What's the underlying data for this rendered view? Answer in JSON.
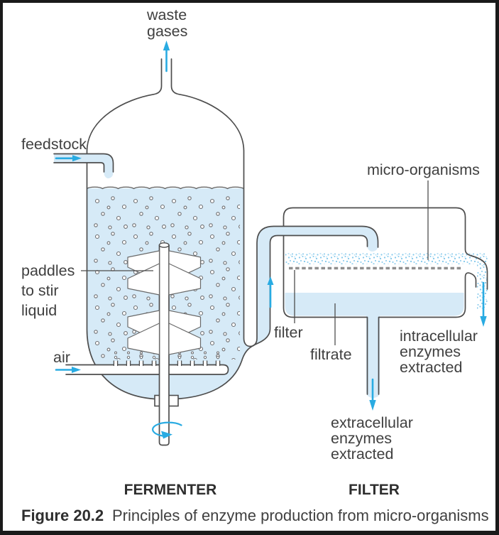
{
  "figure": {
    "id": "Figure 20.2",
    "caption": "Principles of enzyme production from micro-organisms"
  },
  "sections": {
    "fermenter": "FERMENTER",
    "filter": "FILTER"
  },
  "labels": {
    "waste_gases": [
      "waste",
      "gases"
    ],
    "feedstock": "feedstock",
    "paddles": [
      "paddles",
      "to stir",
      "liquid"
    ],
    "air": "air",
    "micro_organisms": "micro-organisms",
    "filter": "filter",
    "filtrate": "filtrate",
    "intracellular": [
      "intracellular",
      "enzymes",
      "extracted"
    ],
    "extracellular": [
      "extracellular",
      "enzymes",
      "extracted"
    ]
  },
  "colors": {
    "liquid": "#d6eaf7",
    "accent-arrow": "#29abe2",
    "outline": "#4d4d4d",
    "text": "#404040",
    "text-strong": "#2e2e2e",
    "dash": "#8e8e8e",
    "speckle": "#85c9ec",
    "frame": "#1a1a1a",
    "paper": "#ffffff"
  }
}
